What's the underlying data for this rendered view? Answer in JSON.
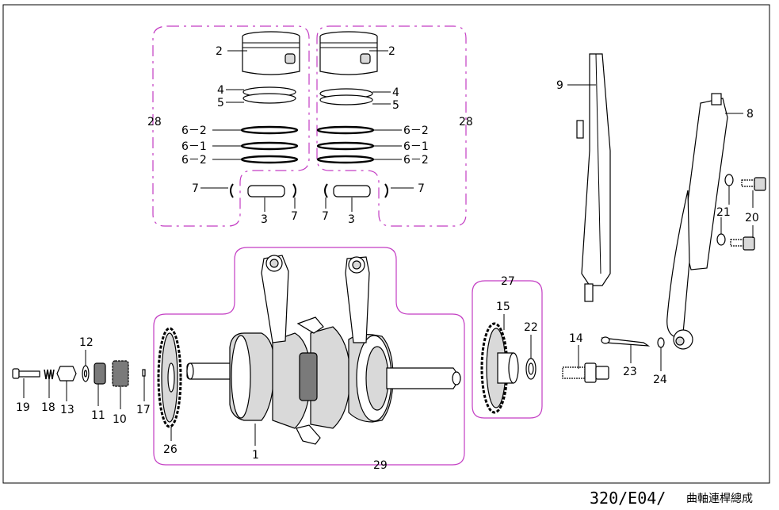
{
  "footer": {
    "page_code": "320/E04/",
    "title": "曲軸連桿總成"
  },
  "callouts": {
    "c1": "1",
    "c2a": "2",
    "c2b": "2",
    "c3a": "3",
    "c3b": "3",
    "c4a": "4",
    "c4b": "4",
    "c5a": "5",
    "c5b": "5",
    "c62a": "6－2",
    "c61a": "6－1",
    "c62b": "6－2",
    "c62c": "6－2",
    "c61b": "6－1",
    "c62d": "6－2",
    "c7a": "7",
    "c7b": "7",
    "c7c": "7",
    "c7d": "7",
    "c8": "8",
    "c9": "9",
    "c10": "10",
    "c11": "11",
    "c12": "12",
    "c13": "13",
    "c14": "14",
    "c15": "15",
    "c17": "17",
    "c18": "18",
    "c19": "19",
    "c20": "20",
    "c21": "21",
    "c22": "22",
    "c23": "23",
    "c24": "24",
    "c26": "26",
    "c27": "27",
    "c28a": "28",
    "c28b": "28",
    "c29": "29"
  }
}
